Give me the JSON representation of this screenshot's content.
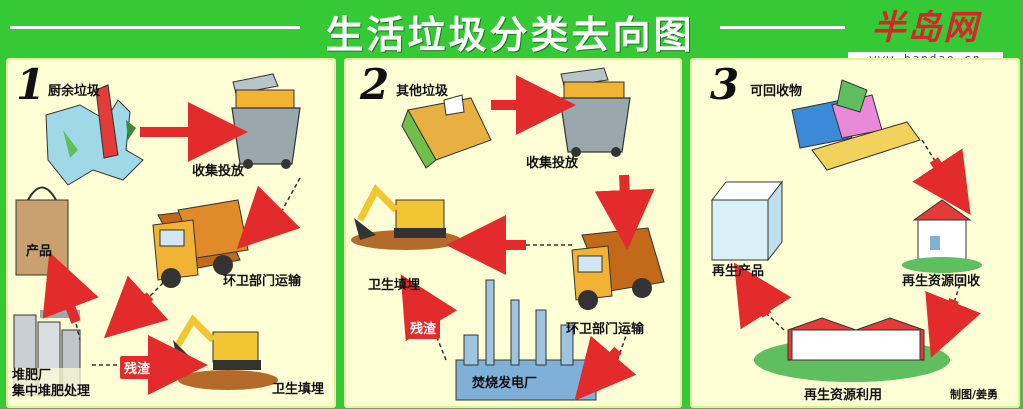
{
  "title": "生活垃圾分类去向图",
  "logo": {
    "text": "半岛网",
    "url": "www.bandao.cn"
  },
  "panels": [
    {
      "number": "1",
      "heading": "厨余垃圾",
      "labels": {
        "collect": "收集投放",
        "transport": "环卫部门运输",
        "product": "产品",
        "compost": "堆肥厂\n集中堆肥处理",
        "landfill": "卫生填埋",
        "residue": "残渣"
      }
    },
    {
      "number": "2",
      "heading": "其他垃圾",
      "labels": {
        "collect": "收集投放",
        "transport": "环卫部门运输",
        "landfill": "卫生填埋",
        "plant": "焚烧发电厂",
        "residue": "残渣"
      }
    },
    {
      "number": "3",
      "heading": "可回收物",
      "labels": {
        "product": "再生产品",
        "recycle": "再生资源回收",
        "reuse": "再生资源利用"
      }
    }
  ],
  "credit": "制图/姜勇",
  "colors": {
    "background": "#35c935",
    "panel": "#ffffd6",
    "arrow": "#e32b2b",
    "truck": "#f2b233",
    "bin": "#8a9aa0"
  }
}
